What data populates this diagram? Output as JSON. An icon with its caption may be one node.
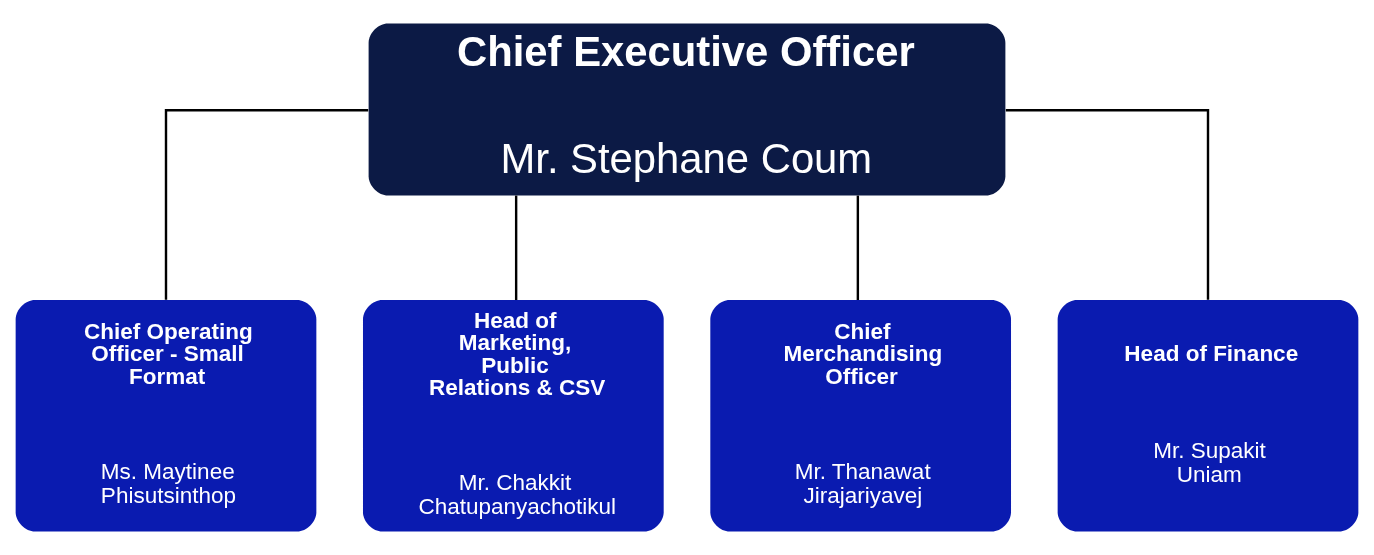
{
  "diagram": {
    "nodes": [
      {
        "text": [
          "Chief Executive Officer",
          "Mr. Stephane Coum"
        ]
      },
      {
        "text": [
          "Chief Operating Officer - Small Format",
          "Ms. Maytinee Phisutsinthop"
        ]
      },
      {
        "text": [
          "Head of Marketing, Public Relations & CSV",
          "Mr. Chakkit Chatupanyachotikul"
        ]
      },
      {
        "text": [
          "Chief Merchandising Officer",
          "Mr. Thanawat Jirajariyavej"
        ]
      },
      {
        "text": [
          "Head of Finance",
          "Mr. Supakit Uniam"
        ]
      }
    ],
    "edges": [
      {
        "from": 0,
        "to": 1,
        "arrow": "none"
      },
      {
        "from": 0,
        "to": 2,
        "arrow": "none"
      },
      {
        "from": 0,
        "to": 3,
        "arrow": "none"
      },
      {
        "from": 0,
        "to": 4,
        "arrow": "none"
      }
    ]
  }
}
